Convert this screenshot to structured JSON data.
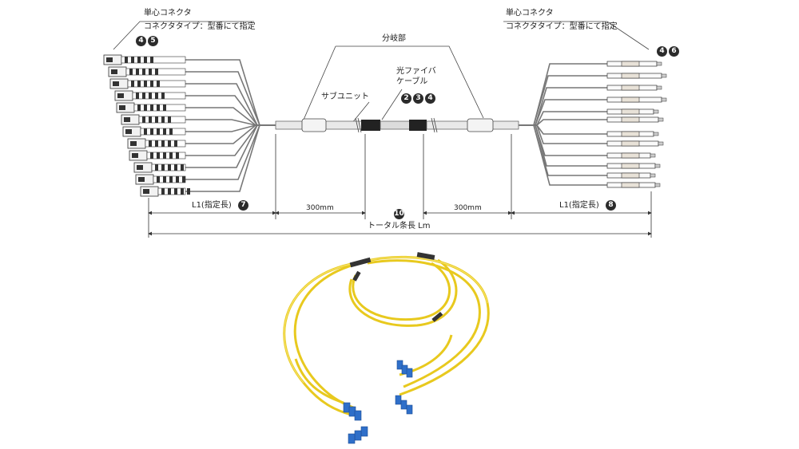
{
  "left_connector": {
    "title": "単心コネクタ",
    "type_note": "コネクタタイプ：型番にて指定",
    "refs": [
      "4",
      "5"
    ]
  },
  "right_connector": {
    "title": "単心コネクタ",
    "type_note": "コネクタタイプ：型番にて指定",
    "refs": [
      "4",
      "6"
    ]
  },
  "branch_label": "分岐部",
  "subunit_label": "サブユニット",
  "cable_label": {
    "line1": "光ファイバ",
    "line2": "ケーブル",
    "refs": [
      "2",
      "3",
      "4"
    ]
  },
  "dimensions": {
    "left_length": {
      "text": "L1(指定長)",
      "ref": "7"
    },
    "left_branch": "300mm",
    "center_ref": "10",
    "right_branch": "300mm",
    "right_length": {
      "text": "L1(指定長)",
      "ref": "8"
    },
    "total": "トータル条長 Lm"
  },
  "colors": {
    "cable_yellow": "#f2da2a",
    "connector_blue": "#3a7fd0",
    "line": "#333333"
  }
}
